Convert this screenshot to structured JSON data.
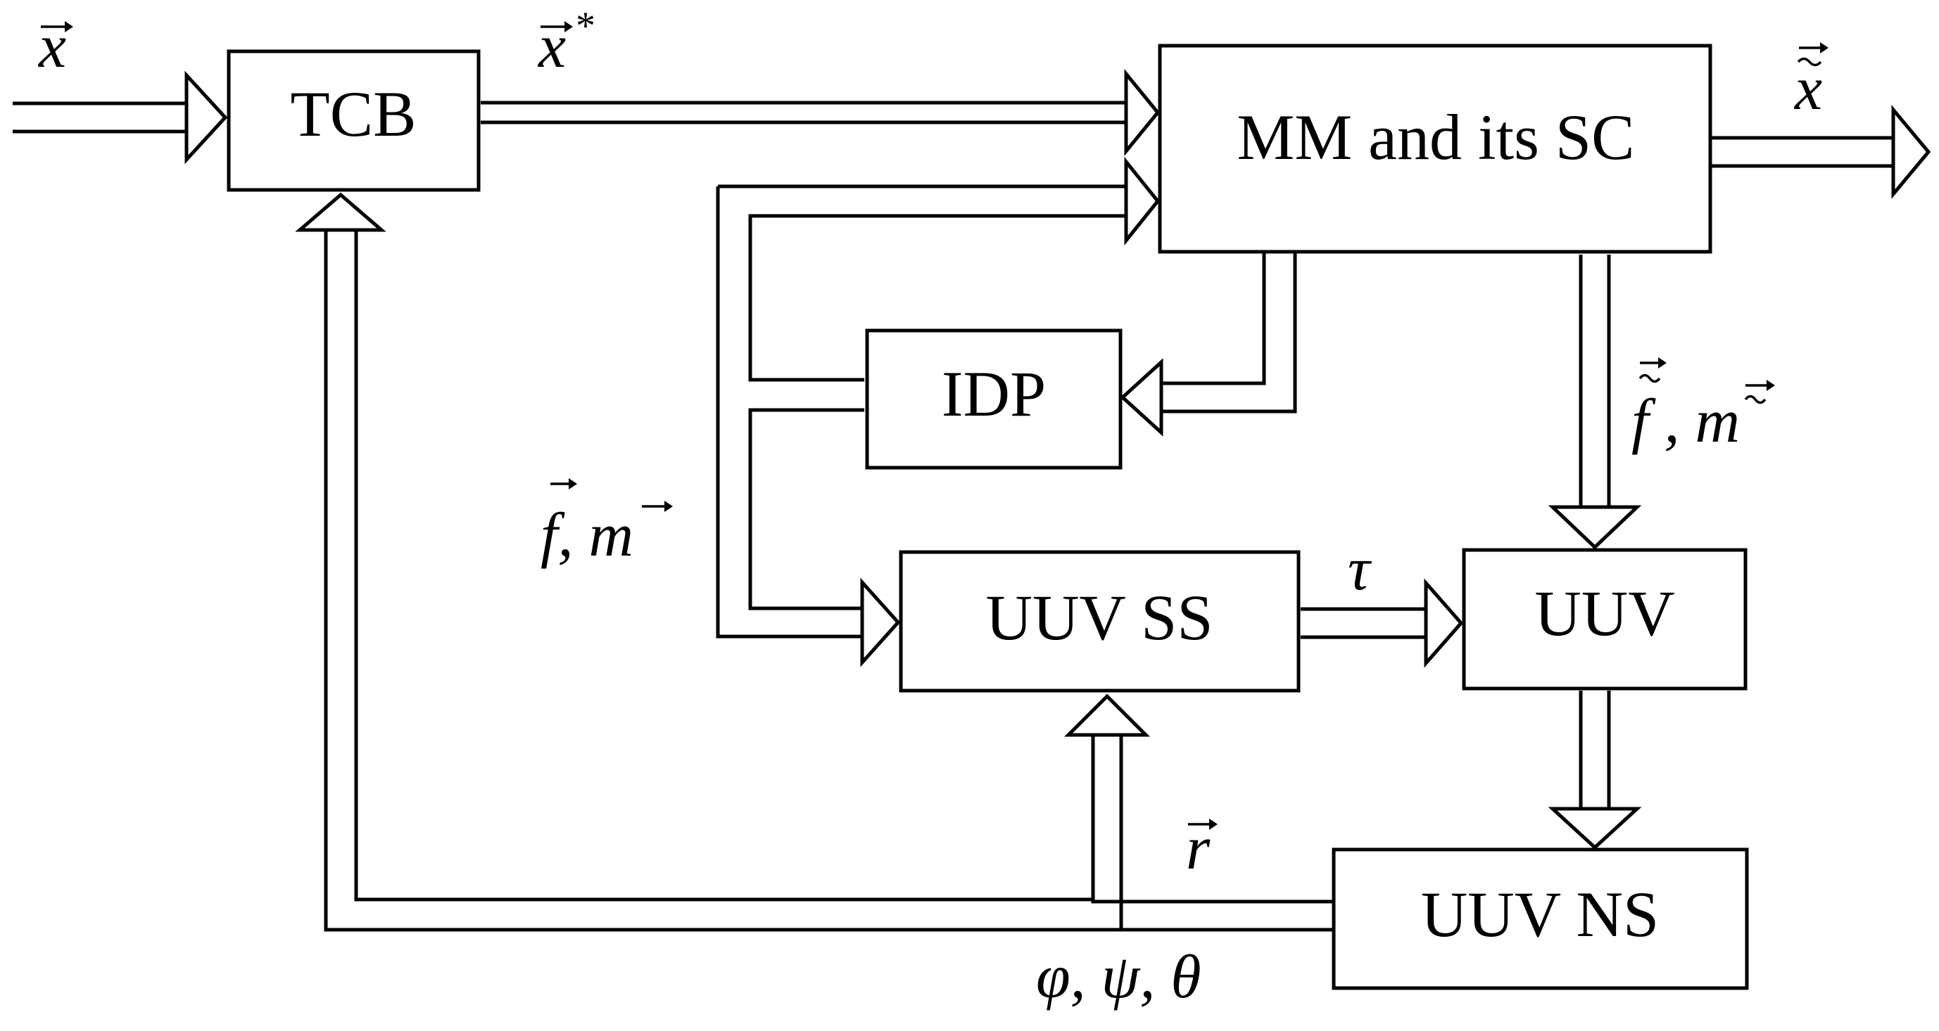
{
  "blocks": {
    "tcb": "TCB",
    "mm": "MM and its SC",
    "idp": "IDP",
    "uuv_ss": "UUV SS",
    "uuv": "UUV",
    "uuv_ns": "UUV NS"
  },
  "signals": {
    "x_in": "x",
    "x_star": "x",
    "x_star_sup": "*",
    "x_tilde_out": "x",
    "f_tilde_m_tilde": "f ,  m",
    "f_m": "f,  m",
    "tau": "τ",
    "r": "r",
    "angles": "φ,  ψ,  θ"
  }
}
